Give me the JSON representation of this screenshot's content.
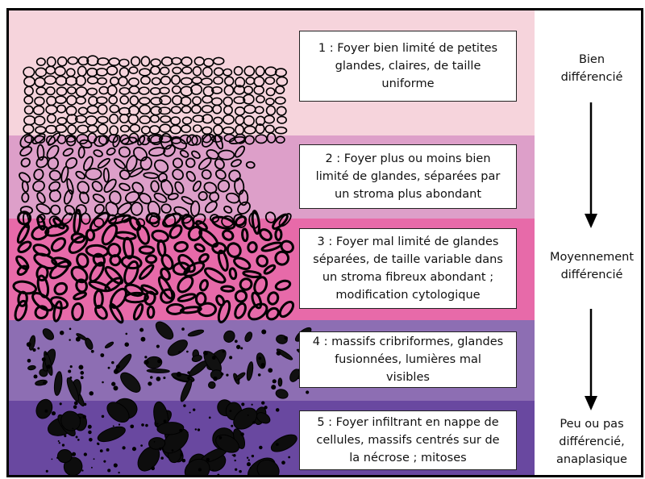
{
  "descriptions": [
    {
      "number": "1",
      "text": "1 : Foyer bien limité de petites\nglandes, claires, de taille\nuniforme"
    },
    {
      "number": "2",
      "text": "2 : Foyer plus ou moins bien\nlimité de glandes, séparées par\nun stroma plus abondant"
    },
    {
      "number": "3",
      "text": "3 : Foyer mal limité de glandes\nséparées, de taille variable dans\nun stroma fibreux abondant ;\nmodification cytologique"
    },
    {
      "number": "4",
      "text": "4 : massifs cribriformes, glandes\nfusionnées, lumières mal\nvisibles"
    },
    {
      "number": "5",
      "text": "5 : Foyer infiltrant en nappe de\ncellules, massifs centrés sur de\nla nécrose ; mitoses"
    }
  ],
  "differentiation": {
    "well": "Bien\ndifférencié",
    "moderate": "Moyennement\ndifférencié",
    "poor": "Peu ou pas\ndifférencié,\nanaplasique"
  },
  "colors": {
    "band_1": "#f6d4dc",
    "band_2": "#dd9fc9",
    "band_3": "#e76aa9",
    "band_4": "#8d6eb3",
    "band_5": "#6948a0",
    "ink": "#000000"
  }
}
